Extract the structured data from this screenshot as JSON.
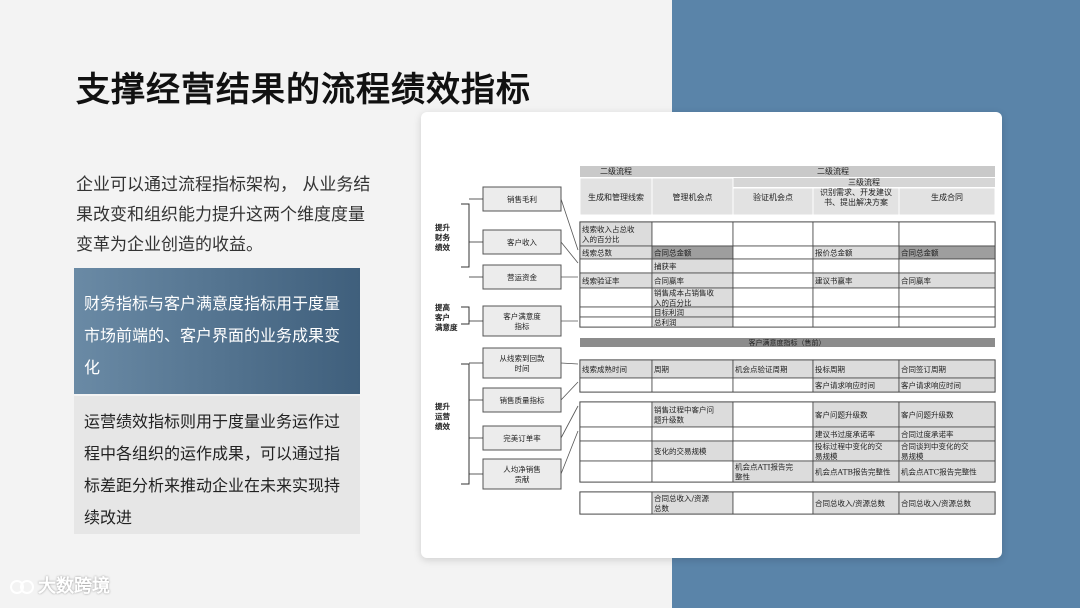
{
  "page": {
    "title": "支撑经营结果的流程绩效指标",
    "intro": "企业可以通过流程指标架构， 从业务结果改变和组织能力提升这两个维度度量变革为企业创造的收益。",
    "box_financial": "财务指标与客户满意度指标用于度量市场前端的、客户界面的业务成果变化",
    "box_operational": "运营绩效指标则用于度量业务运作过程中各组织的运作成果，可以通过指标差距分析来推动企业在未来实现持续改进",
    "brand": "大数跨境"
  },
  "diagram": {
    "groups": [
      "提升\n财务\n绩效",
      "提高\n客户\n满意度",
      "提升\n运营\n绩效"
    ],
    "metrics": [
      "销售毛利",
      "客户收入",
      "营运资金",
      "客户满意度\n指标",
      "从线索到回款\n时间",
      "销售质量指标",
      "完美订单率",
      "人均净销售\n贡献"
    ],
    "header_l2_left": "二级流程",
    "header_l2_right": "二级流程",
    "header_l3": "三级流程",
    "columns": [
      "生成和管理线索",
      "管理机会点",
      "验证机会点",
      "识别需求、开发建议\n书、提出解决方案",
      "生成合同"
    ],
    "band_label": "客户满意度指标（售前）",
    "rows": [
      [
        "线索收入占总收\n入的百分比",
        "",
        "",
        "",
        ""
      ],
      [
        "线索总数",
        "合同总金额",
        "",
        "报价总金额",
        "合同总金额"
      ],
      [
        "",
        "捕获率",
        "",
        "",
        ""
      ],
      [
        "线索验证率",
        "合同赢率",
        "",
        "建议书赢率",
        "合同赢率"
      ],
      [
        "",
        "销售成本占销售收\n入的百分比",
        "",
        "",
        ""
      ],
      [
        "",
        "目标利润",
        "",
        "",
        ""
      ],
      [
        "",
        "总利润",
        "",
        "",
        ""
      ],
      [
        "线索成熟时间",
        "周期",
        "机会点验证周期",
        "投标周期",
        "合同签订周期"
      ],
      [
        "",
        "",
        "",
        "客户请求响应时间",
        "客户请求响应时间"
      ],
      [
        "",
        "销售过程中客户问\n题升级数",
        "",
        "客户问题升级数",
        "客户问题升级数"
      ],
      [
        "",
        "",
        "",
        "建议书过度承诺率",
        "合同过度承诺率"
      ],
      [
        "",
        "变化的交易规模",
        "",
        "投标过程中变化的交\n易规模",
        "合同谈判中变化的交\n易规模"
      ],
      [
        "",
        "",
        "机会点ATI报告完\n整性",
        "机会点ATB报告完整性",
        "机会点ATC报告完整性"
      ],
      [
        "",
        "合同总收入/资源\n总数",
        "",
        "合同总收入/资源总数",
        "合同总收入/资源总数"
      ]
    ]
  }
}
